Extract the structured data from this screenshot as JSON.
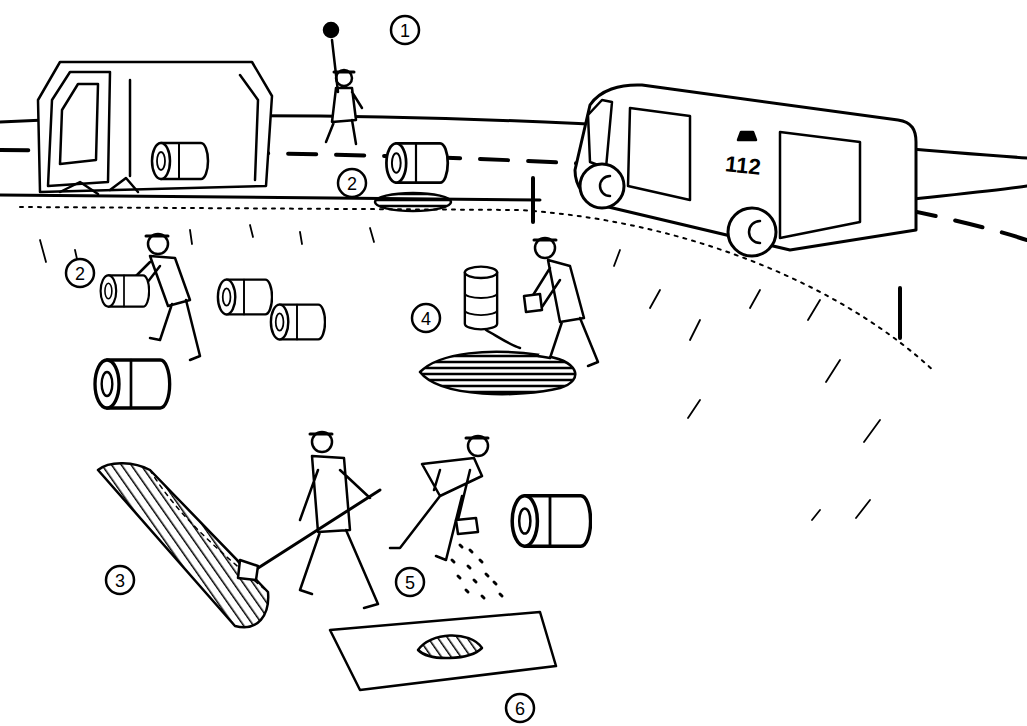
{
  "diagram": {
    "labels": [
      "1",
      "112",
      "2",
      "2",
      "4",
      "3",
      "5",
      "6"
    ]
  }
}
